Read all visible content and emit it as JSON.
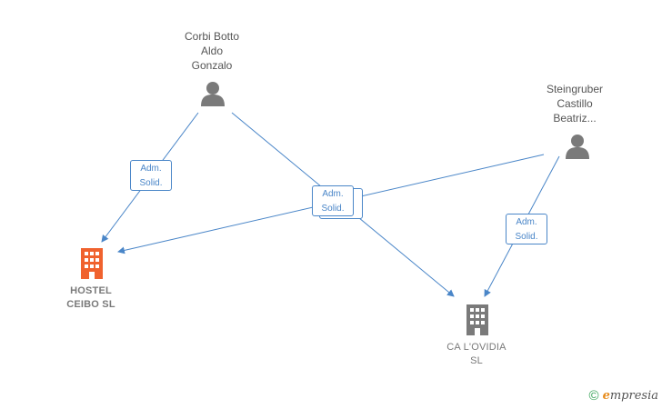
{
  "people": [
    {
      "id": "corbi",
      "name": "Corbi Botto\nAldo\nGonzalo"
    },
    {
      "id": "steingruber",
      "name": "Steingruber\nCastillo\nBeatriz..."
    }
  ],
  "companies": [
    {
      "id": "hostel",
      "name": "HOSTEL\nCEIBO  SL",
      "color": "#f0622e"
    },
    {
      "id": "ovidia",
      "name": "CA L'OVIDIA\nSL",
      "color": "#7a7a7a"
    }
  ],
  "relations": [
    {
      "label": "Adm.\nSolid."
    },
    {
      "label": "Adm.\nSolid."
    },
    {
      "label": "Adm.\nSolid."
    },
    {
      "label": "Adm.\nSolid."
    }
  ],
  "colors": {
    "edge": "#4a86c8",
    "person_icon": "#7a7a7a",
    "company_active": "#f0622e",
    "company_other": "#7a7a7a"
  },
  "footer": {
    "symbol": "©",
    "brand_initial": "e",
    "brand_rest": "mpresia"
  }
}
